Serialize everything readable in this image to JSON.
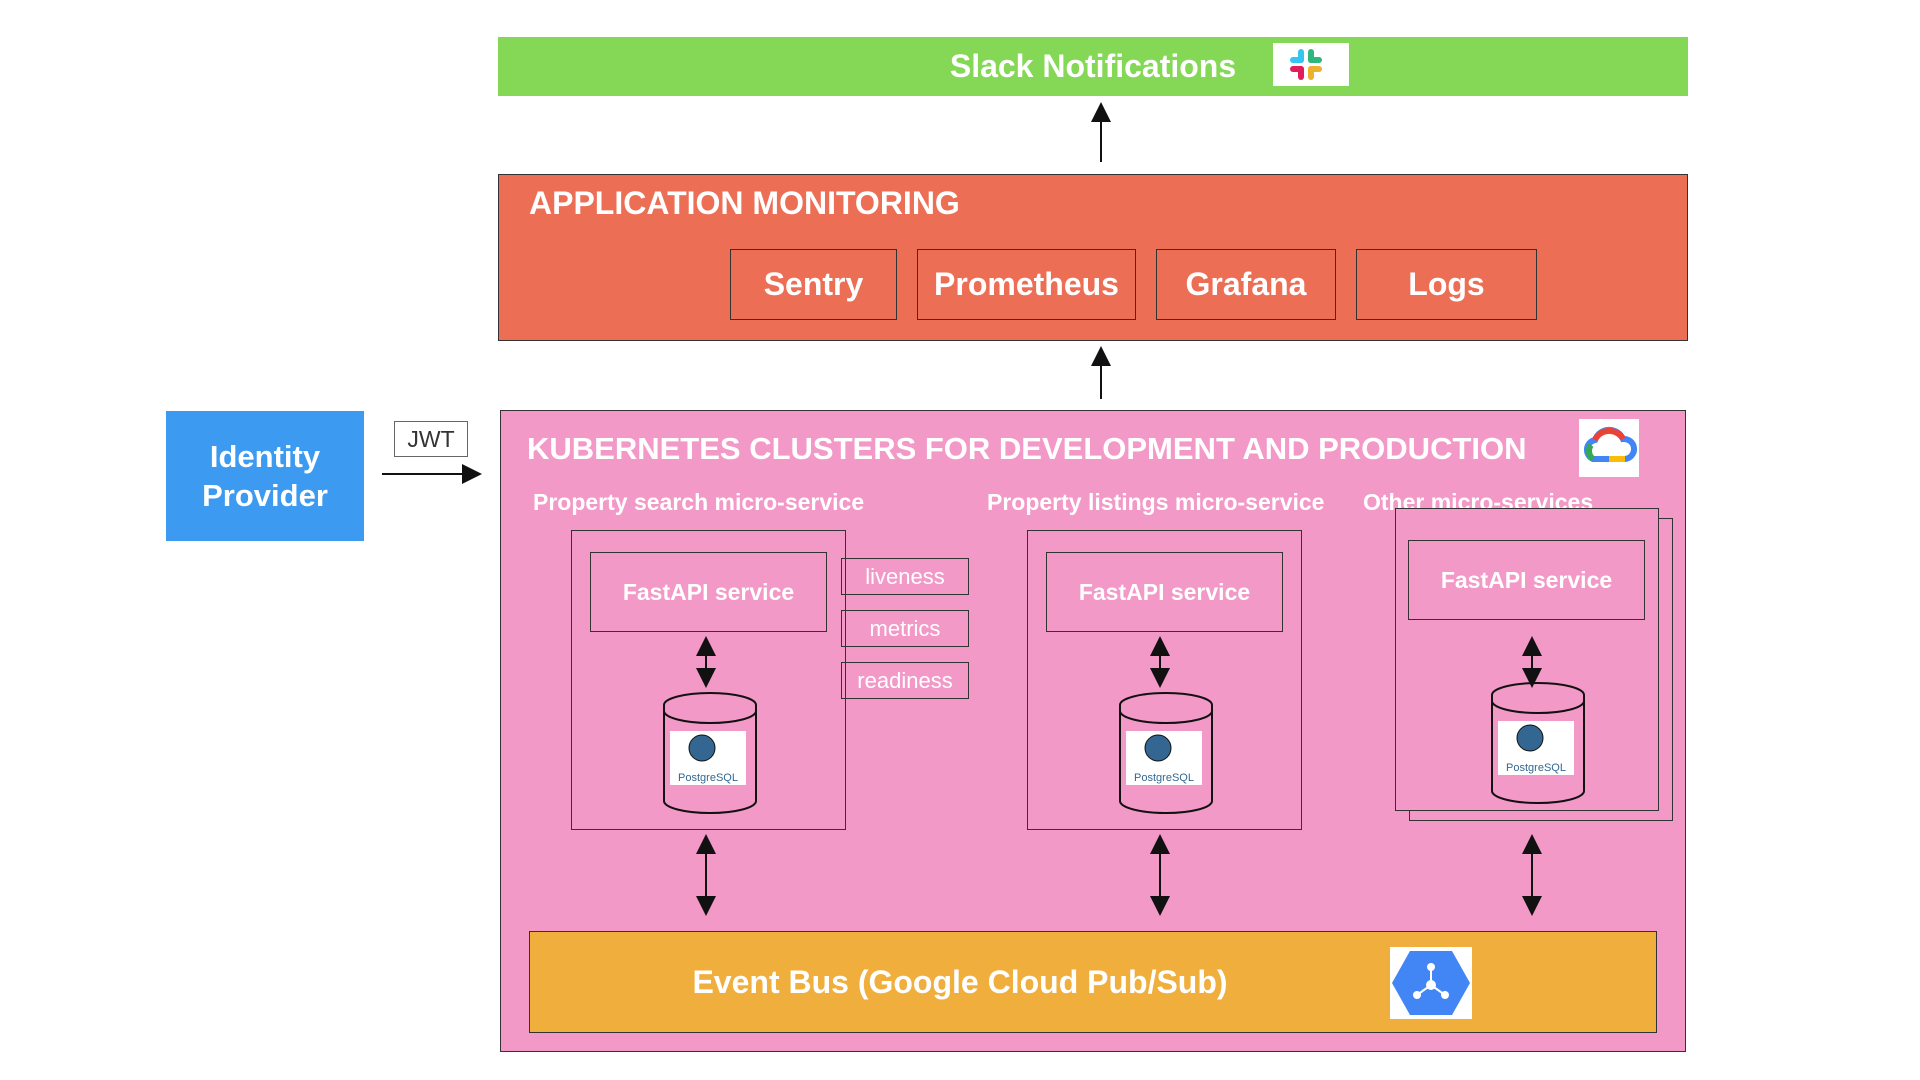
{
  "slack": {
    "label": "Slack Notifications",
    "logo_icon": "slack-icon"
  },
  "monitoring": {
    "title": "APPLICATION MONITORING",
    "tools": [
      "Sentry",
      "Prometheus",
      "Grafana",
      "Logs"
    ]
  },
  "identity": {
    "label_line1": "Identity",
    "label_line2": "Provider"
  },
  "jwt": {
    "label": "JWT"
  },
  "k8s": {
    "title": "KUBERNETES CLUSTERS FOR DEVELOPMENT AND PRODUCTION",
    "logo_icon": "google-cloud-icon",
    "services": [
      {
        "title": "Property search micro-service",
        "fastapi": "FastAPI service",
        "db": "PostgreSQL"
      },
      {
        "title": "Property listings micro-service",
        "fastapi": "FastAPI service",
        "db": "PostgreSQL"
      },
      {
        "title": "Other micro-services",
        "fastapi": "FastAPI service",
        "db": "PostgreSQL"
      }
    ],
    "probes": [
      "liveness",
      "metrics",
      "readiness"
    ]
  },
  "eventbus": {
    "label": "Event Bus (Google Cloud Pub/Sub)",
    "logo_icon": "pubsub-icon"
  },
  "colors": {
    "slack": "#84d856",
    "monitoring": "#ec6e55",
    "identity": "#3c9af0",
    "k8s": "#f299c8",
    "eventbus": "#f0ae3c"
  }
}
